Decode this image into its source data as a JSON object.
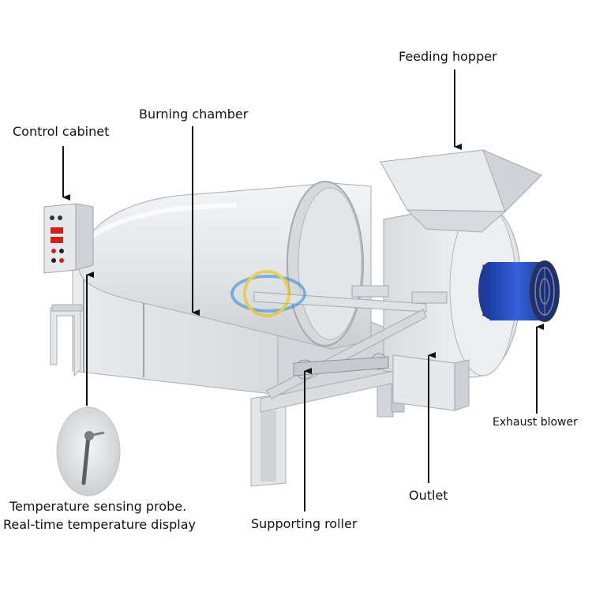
{
  "labels": {
    "feeding_hopper": "Feeding hopper",
    "burning_chamber": "Burning chamber",
    "control_cabinet": "Control cabinet",
    "exhaust_blower": "Exhaust blower",
    "outlet": "Outlet",
    "supporting_roller": "Supporting roller",
    "probe_line1": "Temperature sensing probe.",
    "probe_line2": "Real-time temperature display"
  },
  "colors": {
    "machine_body": "#e4e7ea",
    "machine_shadow": "#c4c8cc",
    "blower_blue": "#2850c8",
    "arrow": "#111111",
    "text": "#111111",
    "cabinet_button_red": "#d0201c"
  }
}
